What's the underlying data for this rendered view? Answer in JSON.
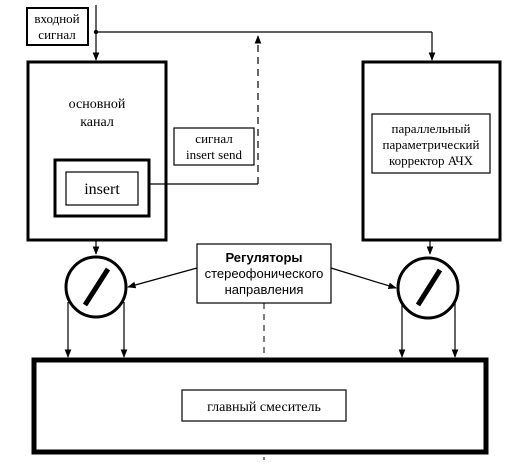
{
  "input_signal": {
    "line1": "входной",
    "line2": "сигнал"
  },
  "main_channel": {
    "line1": "основной",
    "line2": "канал"
  },
  "insert_box": {
    "label": "insert"
  },
  "insert_send": {
    "line1": "сигнал",
    "line2": "insert send"
  },
  "parallel_eq": {
    "line1": "параллельный",
    "line2": "параметрический",
    "line3": "корректор АЧХ"
  },
  "pan_regulators": {
    "line1": "Регуляторы",
    "line2": "стереофонического",
    "line3": "направления"
  },
  "main_mixer": {
    "label": "главный смеситель"
  }
}
